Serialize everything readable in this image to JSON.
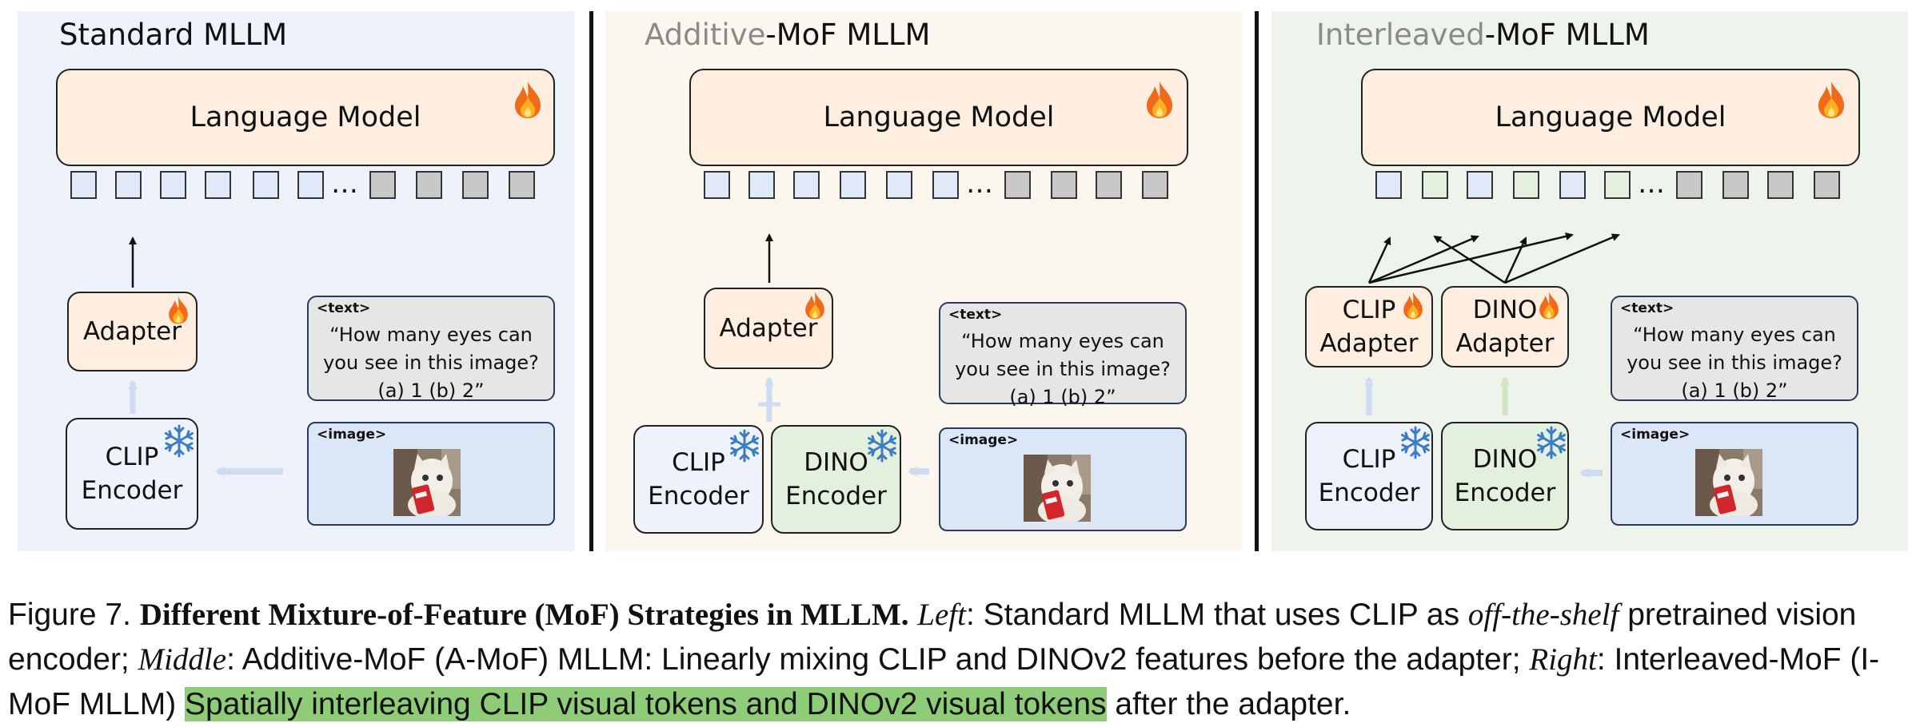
{
  "panels": {
    "standard": {
      "title": "Standard MLLM",
      "language_model": "Language Model",
      "adapter": "Adapter",
      "encoder_line1": "CLIP",
      "encoder_line2": "Encoder",
      "token_ellipsis": "…"
    },
    "additive": {
      "title_prefix": "Additive",
      "title_rest": "-MoF MLLM",
      "language_model": "Language Model",
      "adapter": "Adapter",
      "clip_line1": "CLIP",
      "clip_line2": "Encoder",
      "dino_line1": "DINO",
      "dino_line2": "Encoder",
      "token_ellipsis": "…"
    },
    "interleaved": {
      "title_prefix": "Interleaved",
      "title_rest": "-MoF MLLM",
      "language_model": "Language Model",
      "clip_adapter_line1": "CLIP",
      "clip_adapter_line2": "Adapter",
      "dino_adapter_line1": "DINO",
      "dino_adapter_line2": "Adapter",
      "clip_line1": "CLIP",
      "clip_line2": "Encoder",
      "dino_line1": "DINO",
      "dino_line2": "Encoder",
      "token_ellipsis": "…"
    }
  },
  "input": {
    "text_tag": "<text>",
    "question_line1": "“How many eyes can",
    "question_line2": "you see in this image?",
    "question_line3": "(a) 1 (b) 2”",
    "image_tag": "<image>"
  },
  "caption": {
    "label": "Figure 7.",
    "bold_title": "Different Mixture-of-Feature (MoF) Strategies in MLLM.",
    "left_label": "Left",
    "left_text_1": ": Standard MLLM that uses CLIP as ",
    "left_italic": "off-the-shelf",
    "left_text_2": " pretrained vision encoder; ",
    "middle_label": "Middle",
    "middle_text": ": Additive-MoF (A-MoF) MLLM: Linearly mixing CLIP and DINOv2 features before the adapter; ",
    "right_label": "Right",
    "right_text_1": ": Interleaved-MoF (I-MoF MLLM) ",
    "right_highlight": "Spatially interleaving CLIP visual tokens and DINOv2 visual tokens",
    "right_text_2": " after the adapter."
  },
  "colors": {
    "standard_bg": "#eef3fb",
    "additive_bg": "#fbf6ee",
    "interleaved_bg": "#eef4ec",
    "clip_token": "#dfe9f7",
    "dino_token": "#e3f0dd",
    "text_token": "#c8c8c8",
    "highlight": "#8fcc78"
  },
  "icons": [
    "flame-icon",
    "snowflake-icon",
    "cat-photo"
  ]
}
